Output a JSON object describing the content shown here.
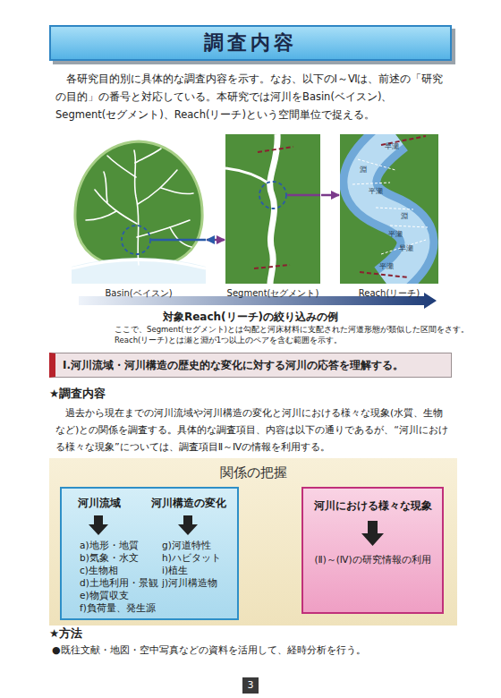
{
  "diagram": {
    "title": "調査内容",
    "nodes": [
      {
        "text": [
          "Basin(ベイスン)"
        ]
      },
      {
        "text": [
          "Segment(セグメント)"
        ]
      },
      {
        "text": [
          "Reach(リーチ)",
          "早瀬",
          "淵",
          "平瀬",
          "淵",
          "平瀬",
          "早瀬",
          "平瀬"
        ]
      },
      {
        "text": [
          "Ⅰ.河川流域・河川構造の歴史的な変化に対する河川の応答を理解する。"
        ]
      },
      {
        "text": [
          "関係の把握"
        ]
      },
      {
        "text": [
          "河川流域",
          "河川構造の変化",
          "a)地形・地質",
          "b)気象・水文",
          "c)生物相",
          "d)土地利用・景観",
          "e)物質収支",
          "f)負荷量、発生源",
          "g)河道特性",
          "h)ハビタット",
          "i)植生",
          "j)河川構造物"
        ],
        "in": 4
      },
      {
        "text": [
          "河川における様々な現象",
          "(Ⅱ)～(Ⅳ)の研究情報の利用"
        ],
        "in": 4
      }
    ],
    "edges": [
      {
        "from": 0,
        "to": 1,
        "arrow": "both"
      },
      {
        "from": 1,
        "to": 2,
        "arrow": "to"
      },
      {
        "from": 5,
        "to": 6,
        "arrow": "to"
      }
    ],
    "labels": [
      "各研究目的別に具体的な調査内容を示す。なお、以下のⅠ～Ⅵは、前述の「研究の目的」の番号と対応している。本研究では河川をBasin(ベイスン)、Segment(セグメント)、Reach(リーチ)という空間単位で捉える。",
      "対象Reach(リーチ)の絞り込みの例",
      "ここで、Segment(セグメント)とは勾配と河床材料に支配された河道形態が類似した区間をさす。",
      "Reach(リーチ)とは瀬と淵が1つ以上のペアを含む範囲を示す。",
      "★調査内容",
      "過去から現在までの河川流域や河川構造の変化と河川における様々な現象(水質、生物など)との関係を調査する。具体的な調査項目、内容は以下の通りであるが、“河川における様々な現象”については、調査項目Ⅱ～Ⅳの情報を利用する。",
      "★方法",
      "●既往文献・地図・空中写真などの資料を活用して、経時分析を行う。",
      "3"
    ]
  }
}
